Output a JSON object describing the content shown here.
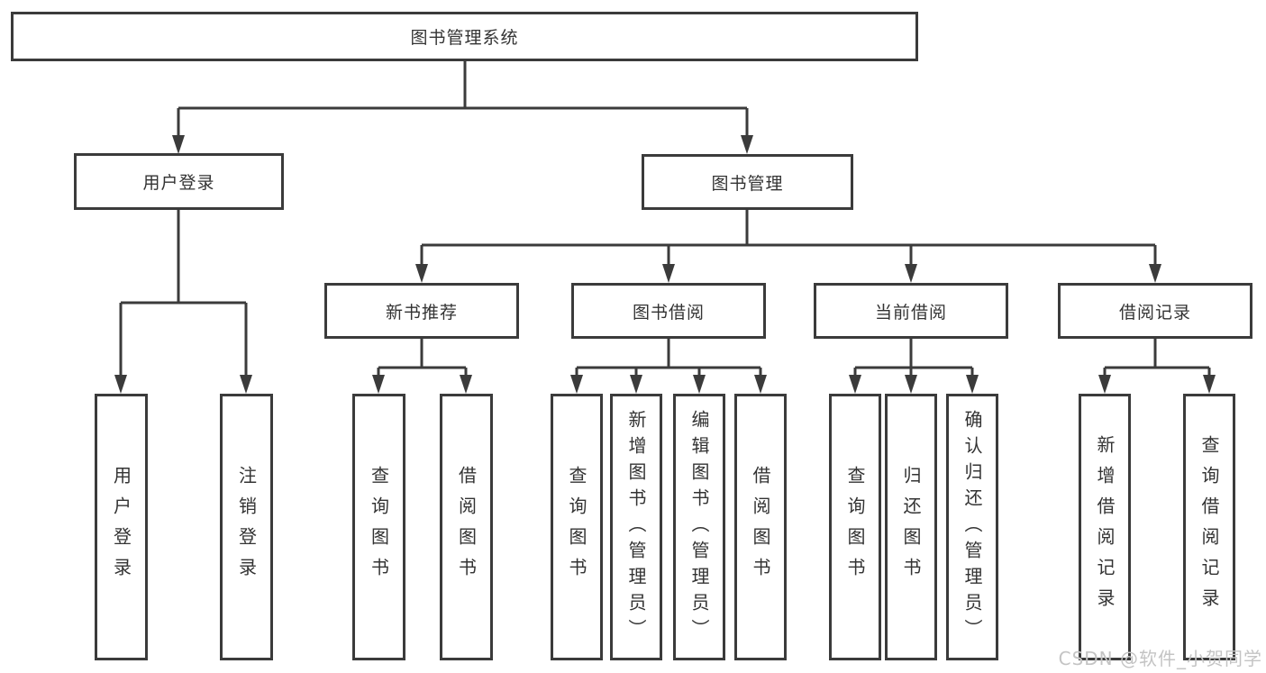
{
  "tree": {
    "label": "图书管理系统",
    "children": [
      {
        "label": "用户登录",
        "children": [
          {
            "label": "用户登录"
          },
          {
            "label": "注销登录"
          }
        ]
      },
      {
        "label": "图书管理",
        "children": [
          {
            "label": "新书推荐",
            "children": [
              {
                "label": "查询图书"
              },
              {
                "label": "借阅图书"
              }
            ]
          },
          {
            "label": "图书借阅",
            "children": [
              {
                "label": "查询图书"
              },
              {
                "label": "新增图书（管理员）"
              },
              {
                "label": "编辑图书（管理员）"
              },
              {
                "label": "借阅图书"
              }
            ]
          },
          {
            "label": "当前借阅",
            "children": [
              {
                "label": "查询图书"
              },
              {
                "label": "归还图书"
              },
              {
                "label": "确认归还（管理员）"
              }
            ]
          },
          {
            "label": "借阅记录",
            "children": [
              {
                "label": "新增借阅记录"
              },
              {
                "label": "查询借阅记录"
              }
            ]
          }
        ]
      }
    ]
  },
  "watermark": {
    "text": "CSDN @软件_小贺同学"
  },
  "colors": {
    "line": "#3b3b3b",
    "text": "#333333",
    "background": "#ffffff",
    "watermark_color": "#c4c4c4"
  }
}
